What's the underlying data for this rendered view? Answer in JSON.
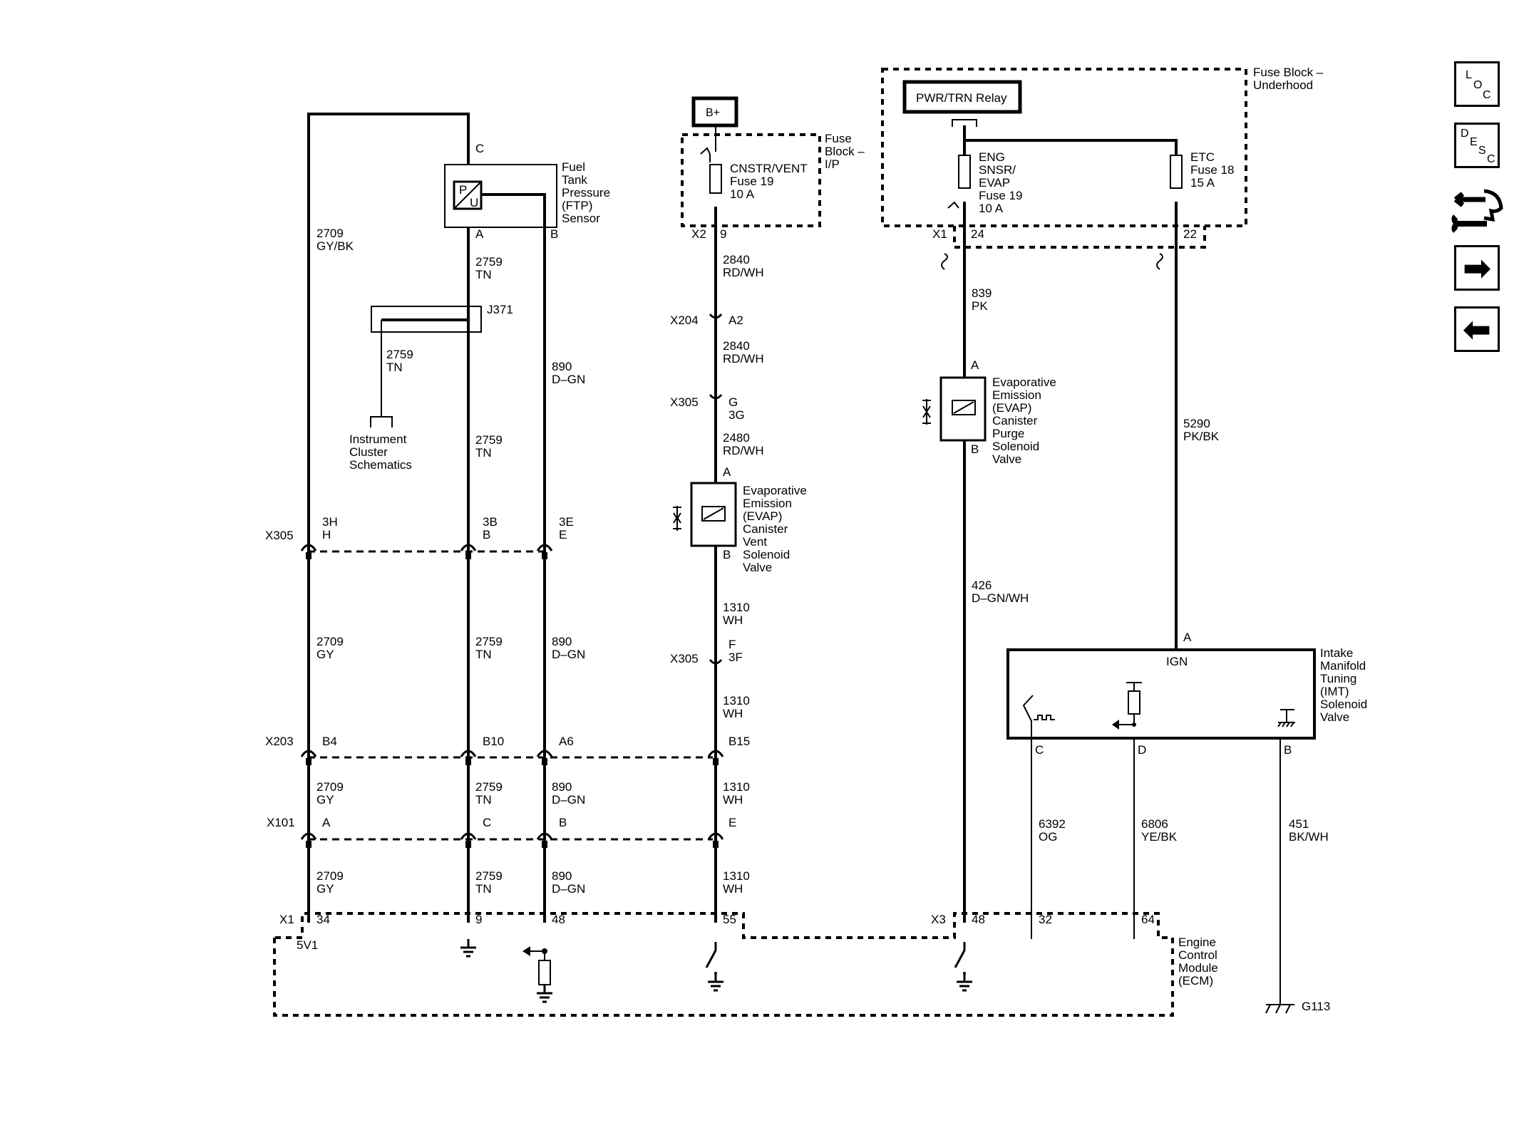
{
  "nav": {
    "loc": [
      "L",
      "O",
      "C"
    ],
    "desc": [
      "D",
      "E",
      "S",
      "C"
    ],
    "next_glyph": "➡",
    "prev_glyph": "⬅"
  },
  "modules": {
    "fuse_ip": [
      "Fuse",
      "Block –",
      "I/P"
    ],
    "fuse_uh": [
      "Fuse Block –",
      "Underhood"
    ],
    "ecm": [
      "Engine",
      "Control",
      "Module",
      "(ECM)"
    ],
    "imt": [
      "Intake",
      "Manifold",
      "Tuning",
      "(IMT)",
      "Solenoid",
      "Valve"
    ],
    "ftp": [
      "Fuel",
      "Tank",
      "Pressure",
      "(FTP)",
      "Sensor"
    ],
    "vent": [
      "Evaporative",
      "Emission",
      "(EVAP)",
      "Canister",
      "Vent",
      "Solenoid",
      "Valve"
    ],
    "purge": [
      "Evaporative",
      "Emission",
      "(EVAP)",
      "Canister",
      "Purge",
      "Solenoid",
      "Valve"
    ],
    "ic": [
      "Instrument",
      "Cluster",
      "Schematics"
    ]
  },
  "boxes": {
    "bplus": "B+",
    "relay": "PWR/TRN Relay",
    "ign": "IGN",
    "ftp_p": "P",
    "ftp_u": "U"
  },
  "fuses": {
    "cnstr": [
      "CNSTR/VENT",
      "Fuse 19",
      "10 A"
    ],
    "eng": [
      "ENG",
      "SNSR/",
      "EVAP",
      "Fuse 19",
      "10 A"
    ],
    "etc": [
      "ETC",
      "Fuse 18",
      "15 A"
    ]
  },
  "labels": [
    {
      "id": "l1",
      "t": [
        "2709",
        "GY/BK"
      ]
    },
    {
      "id": "l2",
      "t": [
        "2759",
        "TN"
      ]
    },
    {
      "id": "l3",
      "t": [
        "2759",
        "TN"
      ]
    },
    {
      "id": "l4",
      "t": [
        "890",
        "D–GN"
      ]
    },
    {
      "id": "l5",
      "t": [
        "2759",
        "TN"
      ]
    },
    {
      "id": "l6",
      "t": [
        "2709",
        "GY"
      ]
    },
    {
      "id": "l7",
      "t": [
        "2759",
        "TN"
      ]
    },
    {
      "id": "l8",
      "t": [
        "890",
        "D–GN"
      ]
    },
    {
      "id": "l9",
      "t": [
        "2709",
        "GY"
      ]
    },
    {
      "id": "l10",
      "t": [
        "2759",
        "TN"
      ]
    },
    {
      "id": "l11",
      "t": [
        "890",
        "D–GN"
      ]
    },
    {
      "id": "l12",
      "t": [
        "1310",
        "WH"
      ]
    },
    {
      "id": "l13",
      "t": [
        "2709",
        "GY"
      ]
    },
    {
      "id": "l14",
      "t": [
        "2759",
        "TN"
      ]
    },
    {
      "id": "l15",
      "t": [
        "890",
        "D–GN"
      ]
    },
    {
      "id": "l16",
      "t": [
        "1310",
        "WH"
      ]
    },
    {
      "id": "l17",
      "t": [
        "2840",
        "RD/WH"
      ]
    },
    {
      "id": "l18",
      "t": [
        "2840",
        "RD/WH"
      ]
    },
    {
      "id": "l19",
      "t": [
        "2480",
        "RD/WH"
      ]
    },
    {
      "id": "l20",
      "t": [
        "1310",
        "WH"
      ]
    },
    {
      "id": "l21",
      "t": [
        "1310",
        "WH"
      ]
    },
    {
      "id": "l22",
      "t": [
        "839",
        "PK"
      ]
    },
    {
      "id": "l23",
      "t": [
        "426",
        "D–GN/WH"
      ]
    },
    {
      "id": "l24",
      "t": [
        "5290",
        "PK/BK"
      ]
    },
    {
      "id": "l25",
      "t": [
        "6392",
        "OG"
      ]
    },
    {
      "id": "l26",
      "t": [
        "6806",
        "YE/BK"
      ]
    },
    {
      "id": "l27",
      "t": [
        "451",
        "BK/WH"
      ]
    },
    {
      "id": "p1",
      "t": [
        "3H",
        "H"
      ]
    },
    {
      "id": "p2",
      "t": [
        "3B",
        "B"
      ]
    },
    {
      "id": "p3",
      "t": [
        "3E",
        "E"
      ]
    },
    {
      "id": "p4",
      "t": [
        "G",
        "3G"
      ]
    },
    {
      "id": "p5",
      "t": [
        "F",
        "3F"
      ]
    }
  ],
  "single": {
    "c_top": "C",
    "a_top": "A",
    "b_top": "B",
    "j371": "J371",
    "x2": "X2",
    "nine": "9",
    "x204": "X204",
    "a2": "A2",
    "x305a": "X305",
    "x305b": "X305",
    "x305c": "X305",
    "va": "A",
    "vb": "B",
    "pa": "A",
    "pb": "B",
    "x1a": "X1",
    "p24": "24",
    "p22": "22",
    "x203": "X203",
    "b4": "B4",
    "b10": "B10",
    "a6": "A6",
    "b15": "B15",
    "x101": "X101",
    "ca": "A",
    "cc": "C",
    "cb": "B",
    "ce": "E",
    "x1b": "X1",
    "p34": "34",
    "p9": "9",
    "p48": "48",
    "p55": "55",
    "x3": "X3",
    "q48": "48",
    "q32": "32",
    "q64": "64",
    "v5": "5V1",
    "g113": "G113",
    "imt_a": "A",
    "imt_c": "C",
    "imt_d": "D",
    "imt_b": "B"
  }
}
